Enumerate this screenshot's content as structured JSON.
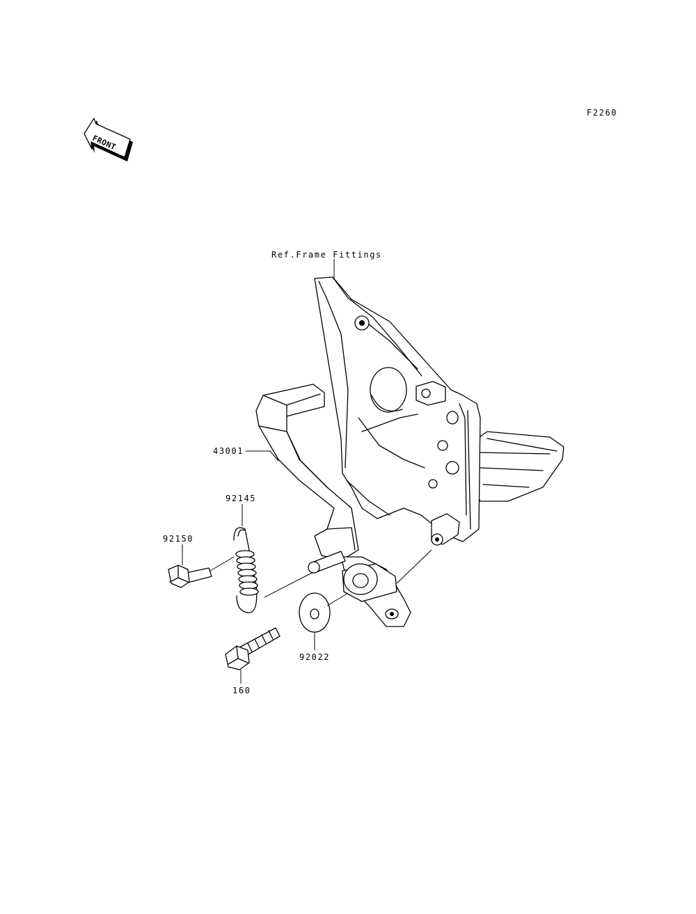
{
  "diagram": {
    "figure_code": "F2260",
    "front_indicator": "FRONT",
    "labels": {
      "frame_ref": "Ref.Frame Fittings",
      "pedal": "43001",
      "spring": "92145",
      "pin_bolt": "92150",
      "washer": "92022",
      "bolt": "160"
    }
  }
}
